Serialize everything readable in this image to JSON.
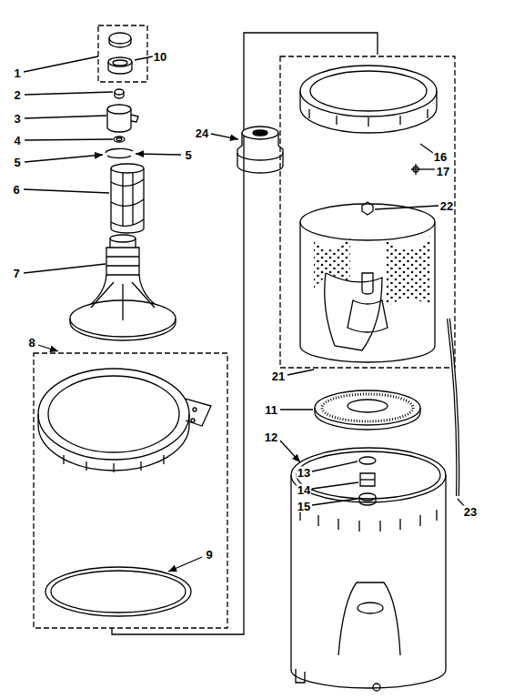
{
  "diagram": {
    "labels": [
      "1",
      "10",
      "2",
      "3",
      "24",
      "5",
      "4",
      "5",
      "6",
      "7",
      "8",
      "9",
      "16",
      "17",
      "22",
      "21",
      "11",
      "12",
      "13",
      "14",
      "15",
      "23"
    ]
  }
}
